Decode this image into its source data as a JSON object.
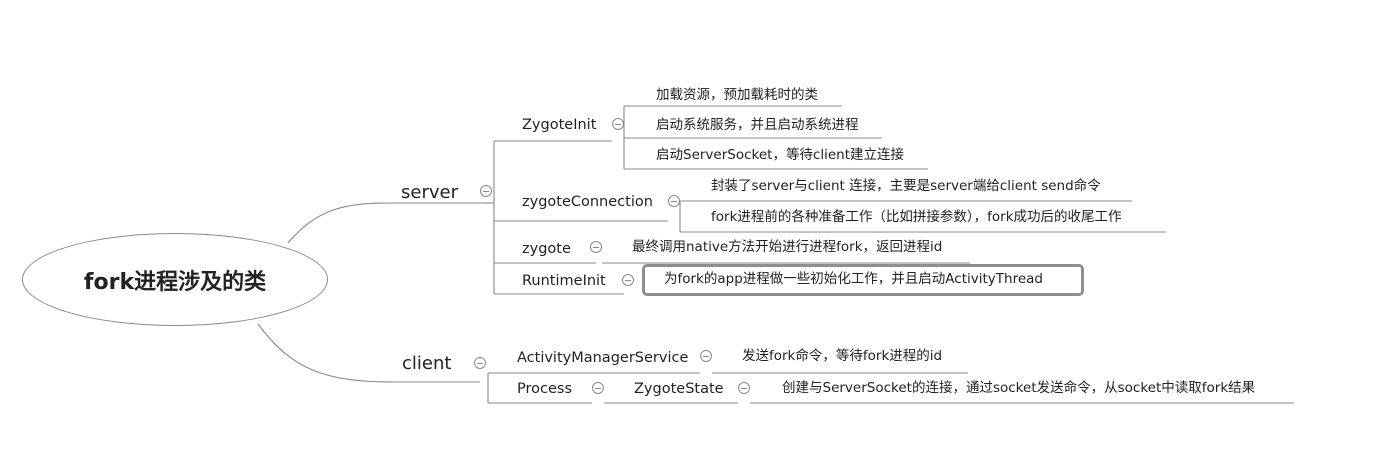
{
  "root": {
    "title": "fork进程涉及的类"
  },
  "server": {
    "label": "server",
    "zygote_init": {
      "label": "ZygoteInit",
      "notes": [
        "加载资源，预加载耗时的类",
        "启动系统服务，并且启动系统进程",
        "启动ServerSocket，等待client建立连接"
      ]
    },
    "zygote_connection": {
      "label": "zygoteConnection",
      "notes": [
        "封装了server与client 连接，主要是server端给client send命令",
        "fork进程前的各种准备工作（比如拼接参数），fork成功后的收尾工作"
      ]
    },
    "zygote": {
      "label": "zygote",
      "note": "最终调用native方法开始进行进程fork，返回进程id"
    },
    "runtime_init": {
      "label": "RuntimeInit",
      "note": "为fork的app进程做一些初始化工作，并且启动ActivityThread"
    }
  },
  "client": {
    "label": "client",
    "ams": {
      "label": "ActivityManagerService",
      "note": "发送fork命令，等待fork进程的id"
    },
    "process": {
      "label": "Process",
      "zygote_state": {
        "label": "ZygoteState",
        "note": "创建与ServerSocket的连接，通过socket发送命令，从socket中读取fork结果"
      }
    }
  },
  "style": {
    "line_color": "#8a8a8a",
    "text_color": "#222222",
    "highlight_border": "#8e8e8e"
  }
}
